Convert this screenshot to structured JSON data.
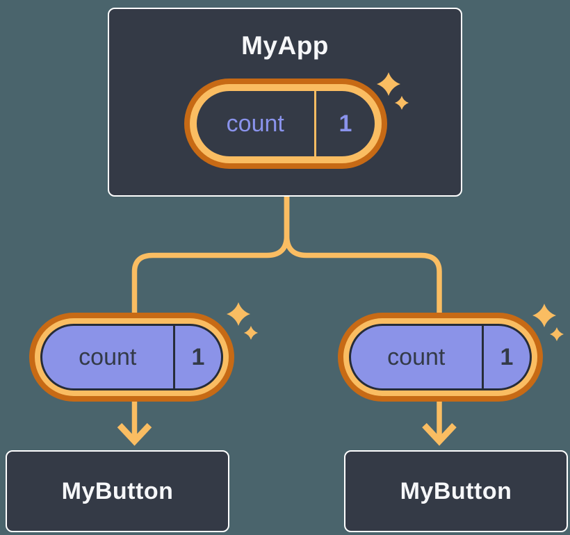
{
  "colors": {
    "background": "#4A646C",
    "node_fill": "#343A46",
    "node_border": "#FFFFFF",
    "node_text": "#F6F7F9",
    "orange_dark": "#C76A15",
    "orange_light": "#FABD62",
    "periwinkle_fill": "#8B93E8",
    "purple_text": "#8A93EC",
    "dark_text": "#333A47"
  },
  "icons": {
    "sparkle": "four-point-star",
    "arrow": "down-arrow"
  },
  "root_node": {
    "title": "MyApp",
    "state_pill": {
      "name": "count",
      "value": "1"
    }
  },
  "child_nodes": {
    "left": {
      "title": "MyButton",
      "prop_pill": {
        "name": "count",
        "value": "1"
      }
    },
    "right": {
      "title": "MyButton",
      "prop_pill": {
        "name": "count",
        "value": "1"
      }
    }
  }
}
